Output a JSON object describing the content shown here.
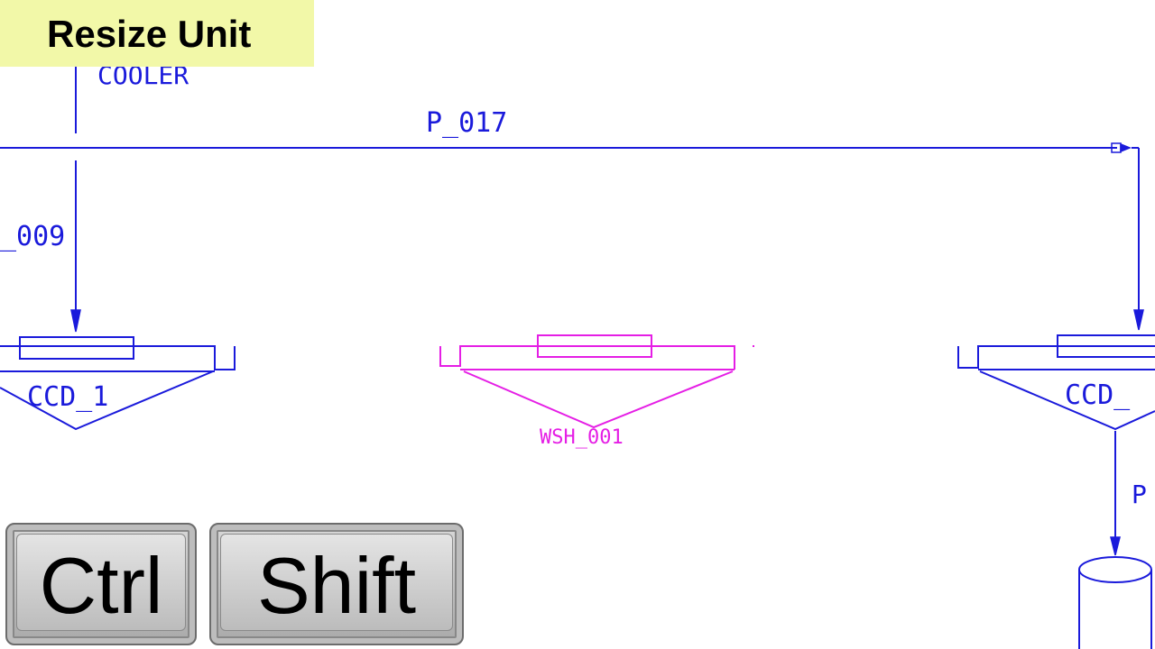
{
  "title_banner": {
    "text": "Resize Unit"
  },
  "diagram": {
    "stream_labels": {
      "cooler": "COOLER",
      "p017": "P_017",
      "p009": "_009",
      "p_right": "P"
    },
    "unit_labels": {
      "ccd_1": "CCD_1",
      "wsh_001": "WSH_001",
      "ccd_right": "CCD_"
    },
    "colors": {
      "line": "#1a1adb",
      "selected": "#e51ee5",
      "banner": "#f2f8a8"
    }
  },
  "keys": {
    "ctrl": "Ctrl",
    "shift": "Shift"
  }
}
